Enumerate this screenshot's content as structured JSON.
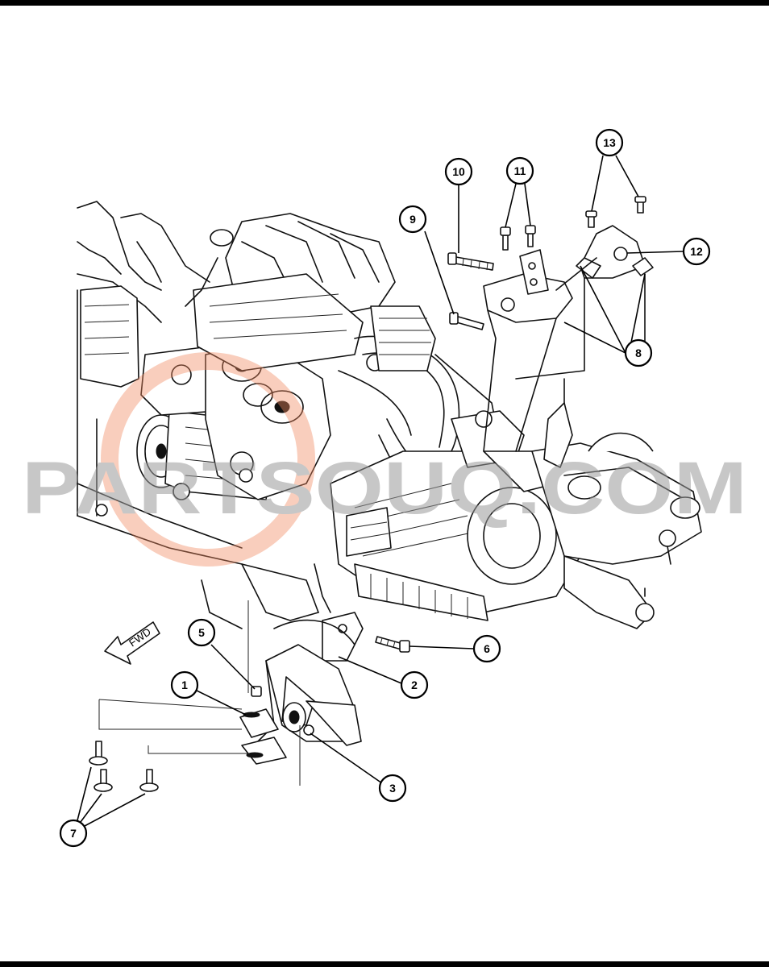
{
  "watermark": {
    "text": "PARTSOUQ.COM",
    "color": "#9a9a9a",
    "ring_color": "#f08a60"
  },
  "direction_arrow": {
    "label": "FWD"
  },
  "callouts": [
    {
      "id": "c1",
      "label": "1"
    },
    {
      "id": "c2",
      "label": "2"
    },
    {
      "id": "c3",
      "label": "3"
    },
    {
      "id": "c5",
      "label": "5"
    },
    {
      "id": "c6",
      "label": "6"
    },
    {
      "id": "c7",
      "label": "7"
    },
    {
      "id": "c8",
      "label": "8"
    },
    {
      "id": "c9",
      "label": "9"
    },
    {
      "id": "c10",
      "label": "10"
    },
    {
      "id": "c11",
      "label": "11"
    },
    {
      "id": "c12",
      "label": "12"
    },
    {
      "id": "c13",
      "label": "13"
    }
  ]
}
